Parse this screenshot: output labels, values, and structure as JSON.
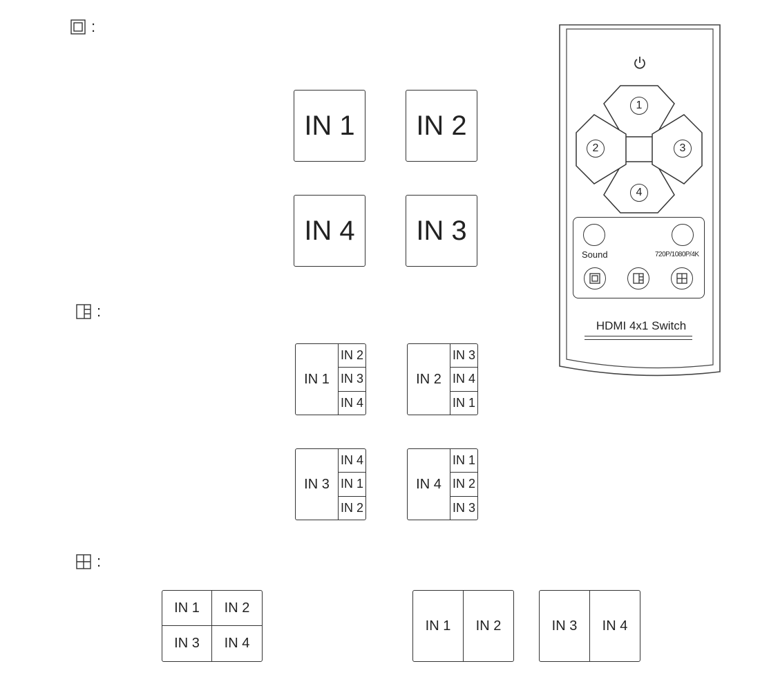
{
  "modes": {
    "single": {
      "icon": "single-window-icon",
      "colon": ":",
      "tiles": [
        "IN 1",
        "IN 2",
        "IN 4",
        "IN 3"
      ]
    },
    "pip": {
      "icon": "pip-layout-icon",
      "colon": ":",
      "tiles": [
        {
          "main": "IN 1",
          "side": [
            "IN 2",
            "IN 3",
            "IN 4"
          ]
        },
        {
          "main": "IN 2",
          "side": [
            "IN 3",
            "IN 4",
            "IN 1"
          ]
        },
        {
          "main": "IN 3",
          "side": [
            "IN 4",
            "IN 1",
            "IN 2"
          ]
        },
        {
          "main": "IN 4",
          "side": [
            "IN 1",
            "IN 2",
            "IN 3"
          ]
        }
      ]
    },
    "quad": {
      "icon": "quad-split-icon",
      "colon": ":",
      "grid": [
        "IN 1",
        "IN 2",
        "IN 3",
        "IN 4"
      ],
      "pairs": [
        [
          "IN 1",
          "IN 2"
        ],
        [
          "IN 3",
          "IN 4"
        ]
      ]
    }
  },
  "remote": {
    "dpad": [
      "1",
      "2",
      "3",
      "4"
    ],
    "sound_label": "Sound",
    "resolution_label": "720P/1080P/4K",
    "title": "HDMI 4x1 Switch",
    "icons": [
      "power-icon",
      "single-window-icon",
      "pip-layout-icon",
      "quad-split-icon"
    ]
  }
}
